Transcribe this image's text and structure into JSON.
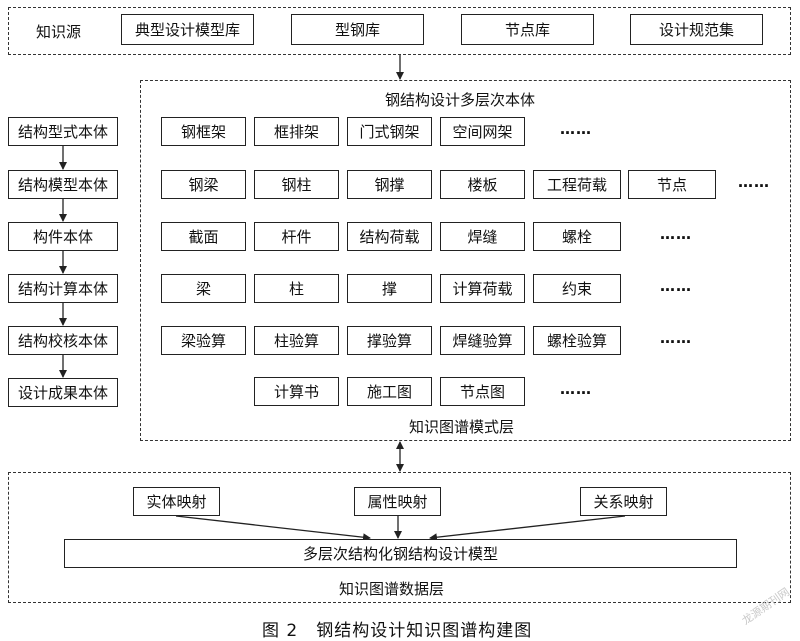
{
  "knowledge_source": {
    "label": "知识源",
    "items": [
      "典型设计模型库",
      "型钢库",
      "节点库",
      "设计规范集"
    ]
  },
  "ontology_chain": [
    "结构型式本体",
    "结构模型本体",
    "构件本体",
    "结构计算本体",
    "结构校核本体",
    "设计成果本体"
  ],
  "schema_layer": {
    "title": "钢结构设计多层次本体",
    "footer": "知识图谱模式层",
    "rows": [
      [
        "钢框架",
        "框排架",
        "门式钢架",
        "空间网架"
      ],
      [
        "钢梁",
        "钢柱",
        "钢撑",
        "楼板",
        "工程荷载",
        "节点"
      ],
      [
        "截面",
        "杆件",
        "结构荷载",
        "焊缝",
        "螺栓"
      ],
      [
        "梁",
        "柱",
        "撑",
        "计算荷载",
        "约束"
      ],
      [
        "梁验算",
        "柱验算",
        "撑验算",
        "焊缝验算",
        "螺栓验算"
      ],
      [
        "计算书",
        "施工图",
        "节点图"
      ]
    ],
    "ellipsis": "……"
  },
  "data_layer": {
    "mappings": [
      "实体映射",
      "属性映射",
      "关系映射"
    ],
    "model": "多层次结构化钢结构设计模型",
    "footer": "知识图谱数据层"
  },
  "caption": "图 2　钢结构设计知识图谱构建图",
  "watermark": "龙源期刊网"
}
